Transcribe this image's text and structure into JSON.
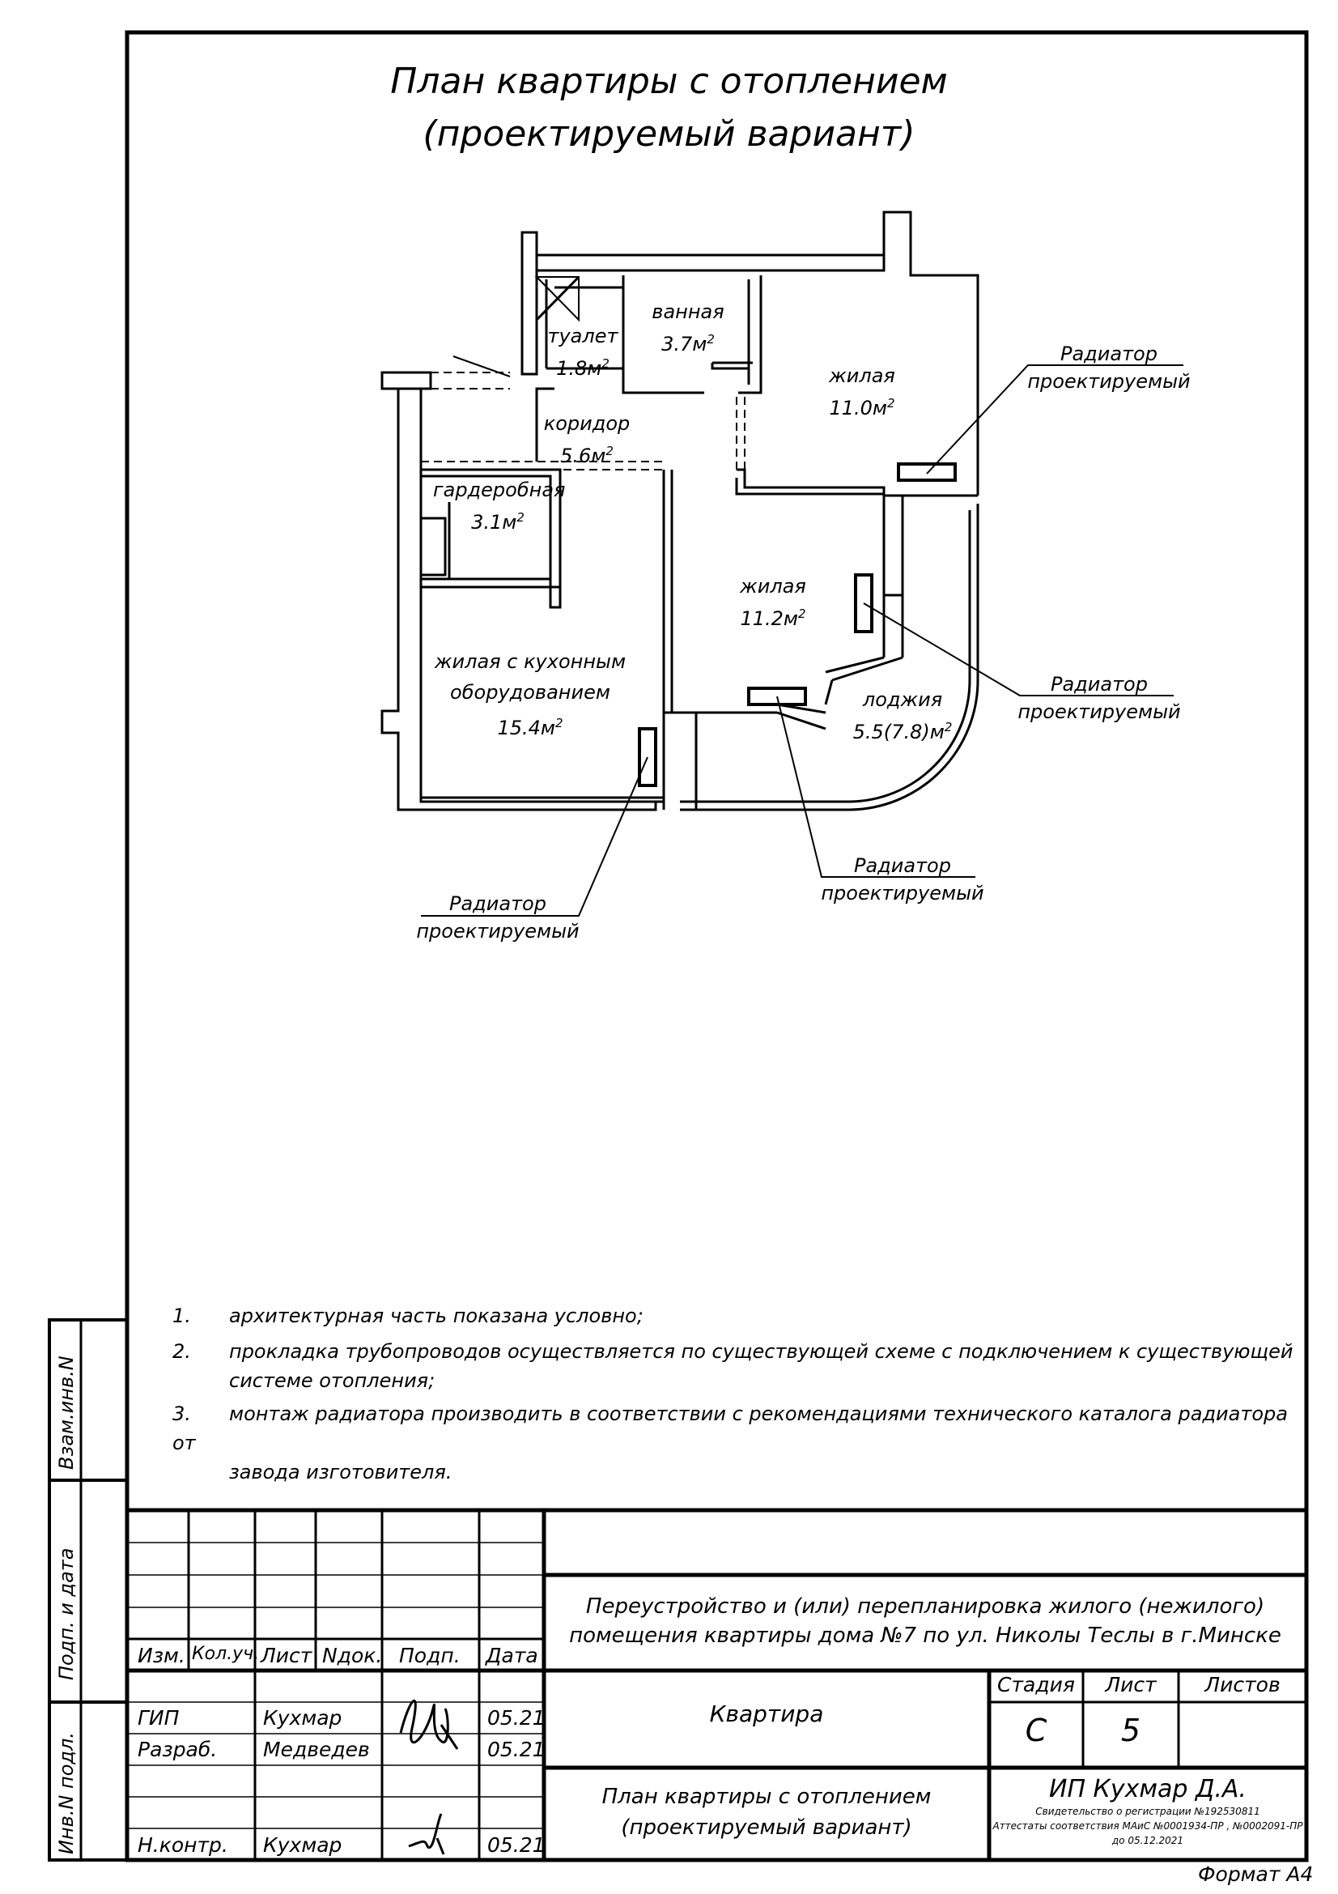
{
  "title": {
    "line1": "План квартиры с отоплением",
    "line2": "(проектируемый вариант)"
  },
  "rooms": {
    "toilet": {
      "name": "туалет",
      "area": "1.8м"
    },
    "bath": {
      "name": "ванная",
      "area": "3.7м"
    },
    "living1": {
      "name": "жилая",
      "area": "11.0м"
    },
    "corridor": {
      "name": "коридор",
      "area": "5.6м"
    },
    "wardrobe": {
      "name": "гардеробная",
      "area": "3.1м"
    },
    "living2": {
      "name": "жилая",
      "area": "11.2м"
    },
    "kitchen": {
      "name1": "жилая с кухонным",
      "name2": "оборудованием",
      "area": "15.4м"
    },
    "loggia": {
      "name": "лоджия",
      "area": "5.5(7.8)м"
    },
    "sq": "2"
  },
  "callouts": {
    "line1": "Радиатор",
    "line2": "проектируемый"
  },
  "notes": [
    {
      "num": "1.",
      "line1": "архитектурная часть показана условно;",
      "line2": ""
    },
    {
      "num": "2.",
      "line1": "прокладка трубопроводов осуществляется по существующей схеме с подключением к существующей",
      "line2": "системе отопления;"
    },
    {
      "num": "3.",
      "line1": "монтаж радиатора производить в соответствии с рекомендациями технического каталога радиатора от",
      "line2": "завода изготовителя."
    }
  ],
  "side_stamp": {
    "vzam": "Взам.инв.N",
    "podp": "Подп. и дата",
    "inv": "Инв.N подл."
  },
  "titleblock": {
    "headers": {
      "izm": "Изм.",
      "koluch": "Кол.уч.",
      "list": "Лист",
      "ndok": "Nдок.",
      "podp": "Подп.",
      "data": "Дата"
    },
    "project": {
      "line1": "Переустройство и (или) перепланировка жилого (нежилого)",
      "line2": "помещения квартиры дома №7 по ул. Николы Теслы в г.Минске"
    },
    "object": "Квартира",
    "sheet_title": {
      "line1": "План квартиры с отоплением",
      "line2": "(проектируемый вариант)"
    },
    "stage_header": "Стадия",
    "list_header": "Лист",
    "listov_header": "Листов",
    "stage": "С",
    "sheet_no": "5",
    "listov": "",
    "staff": [
      {
        "role": "ГИП",
        "name": "Кухмар",
        "date": "05.21"
      },
      {
        "role": "Разраб.",
        "name": "Медведев",
        "date": "05.21"
      },
      {
        "role": "Н.контр.",
        "name": "Кухмар",
        "date": "05.21"
      }
    ],
    "company": {
      "name": "ИП Кухмар Д.А.",
      "line1": "Свидетельство о регистрации №192530811",
      "line2": "Аттестаты соответствия МАиС №0001934-ПР , №0002091-ПР",
      "line3": "до 05.12.2021"
    }
  },
  "format": "Формат А4"
}
